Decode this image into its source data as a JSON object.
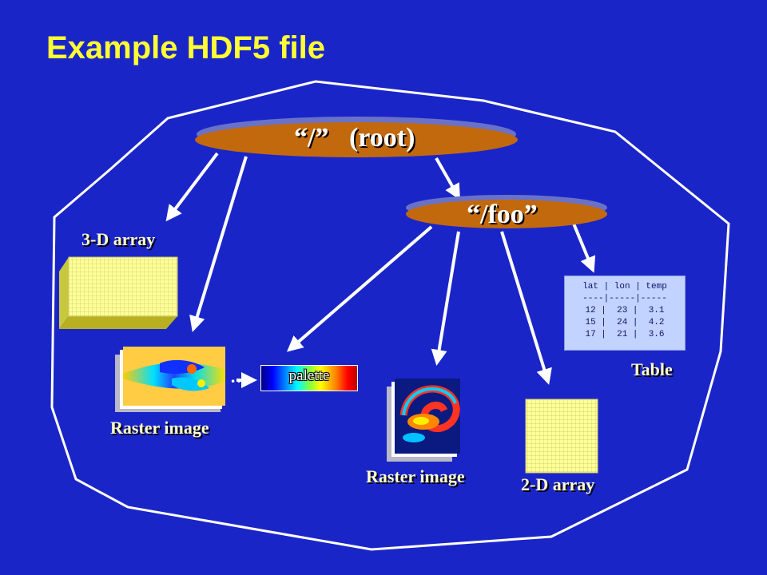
{
  "title": "Example HDF5 file",
  "nodes": {
    "root": {
      "label": "“/”   (root)"
    },
    "foo": {
      "label": "“/foo”"
    }
  },
  "labels": {
    "array3d": "3-D array",
    "raster1": "Raster image",
    "raster2": "Raster image",
    "array2d": "2-D array",
    "table": "Table",
    "palette": "palette",
    "dots": "…."
  },
  "table": {
    "header": "lat | lon | temp",
    "separator": "----|-----|-----",
    "rows": [
      "12 |  23 |  3.1",
      "15 |  24 |  4.2",
      "17 |  21 |  3.6"
    ]
  },
  "colors": {
    "background": "#1a25c8",
    "title": "#ffff33",
    "ellipse": "#c2690e",
    "ellipse_shadow": "#6a72c8",
    "label": "#ffffcc",
    "grid": "#ffff99"
  }
}
